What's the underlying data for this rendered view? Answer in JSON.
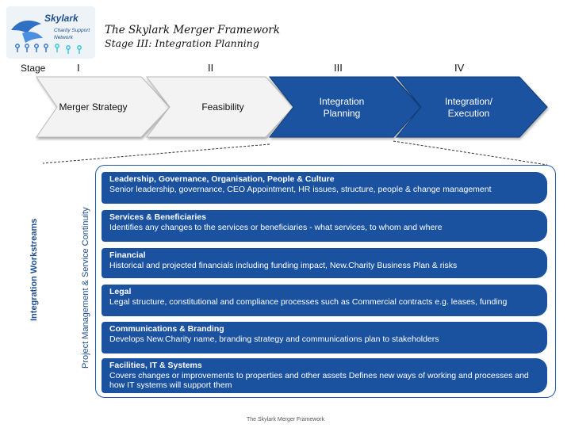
{
  "logo": {
    "name": "Skylark",
    "subtitle": "Charity Support Network"
  },
  "header": {
    "title": "The Skylark Merger Framework",
    "subtitle": "Stage III: Integration Planning"
  },
  "stage_label": "Stage",
  "stages": [
    {
      "numeral": "I",
      "name": "Merger Strategy",
      "active": false
    },
    {
      "numeral": "II",
      "name": "Feasibility",
      "active": false
    },
    {
      "numeral": "III",
      "name": "Integration Planning",
      "active": true
    },
    {
      "numeral": "IV",
      "name": "Integration/ Execution",
      "active": true
    }
  ],
  "side_labels": {
    "outer": "Integration Workstreams",
    "inner": "Project Management & Service Continuity"
  },
  "workstreams": [
    {
      "title": "Leadership, Governance, Organisation, People & Culture",
      "description": "Senior leadership, governance, CEO Appointment, HR issues, structure, people  & change management"
    },
    {
      "title": "Services & Beneficiaries",
      "description": "Identifies  any changes to the services or beneficiaries - what services, to whom and where"
    },
    {
      "title": "Financial",
      "description": "Historical and projected financials including funding impact,  New.Charity Business Plan & risks"
    },
    {
      "title": "Legal",
      "description": "Legal structure, constitutional and compliance processes such as Commercial contracts e.g. leases, funding"
    },
    {
      "title": "Communications & Branding",
      "description": "Develops New.Charity name, branding strategy and communications plan to stakeholders"
    },
    {
      "title": "Facilities, IT & Systems",
      "description": "Covers changes or improvements to properties and other assets Defines new ways of working and processes and how IT systems will support them"
    }
  ],
  "footer": "The Skylark Merger Framework",
  "colors": {
    "primary": "#1a52a0",
    "chevron_light": "#f2f2f2",
    "chevron_dark": "#1a52a0"
  }
}
